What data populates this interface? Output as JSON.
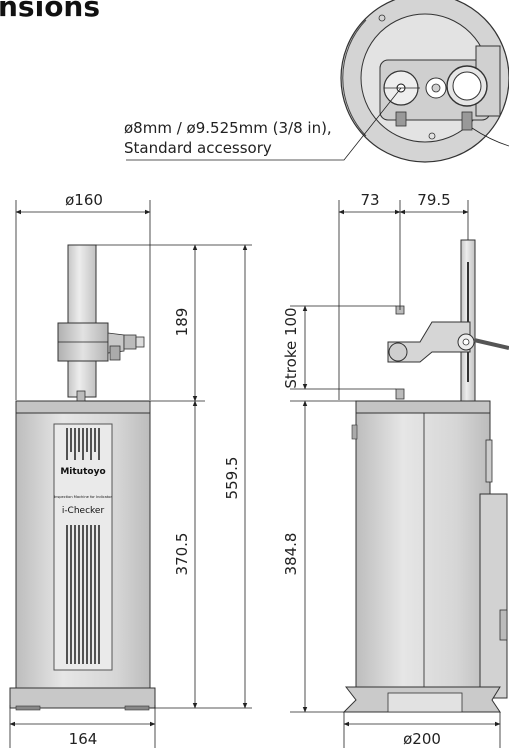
{
  "heading": "nsions",
  "callout": {
    "line1": "ø8mm / ø9.525mm (3/8 in),",
    "line2": "Standard accessory"
  },
  "brand": {
    "name": "Mitutoyo",
    "subtitle": "Inspection Machine for Indicator",
    "product": "i-Checker"
  },
  "dimensions": {
    "front_top_width": "ø160",
    "front_upper_height": "189",
    "front_total_height": "559.5",
    "front_lower_height": "370.5",
    "front_base_width": "164",
    "side_offset_a": "73",
    "side_offset_b": "79.5",
    "side_stroke": "Stroke 100",
    "side_lower_height": "384.8",
    "side_base_width": "ø200"
  },
  "colors": {
    "body_fill": "#d8d8d8",
    "column_fill": "#dcdcdc",
    "panel_fill": "#e8e8e8",
    "line": "#222222"
  }
}
